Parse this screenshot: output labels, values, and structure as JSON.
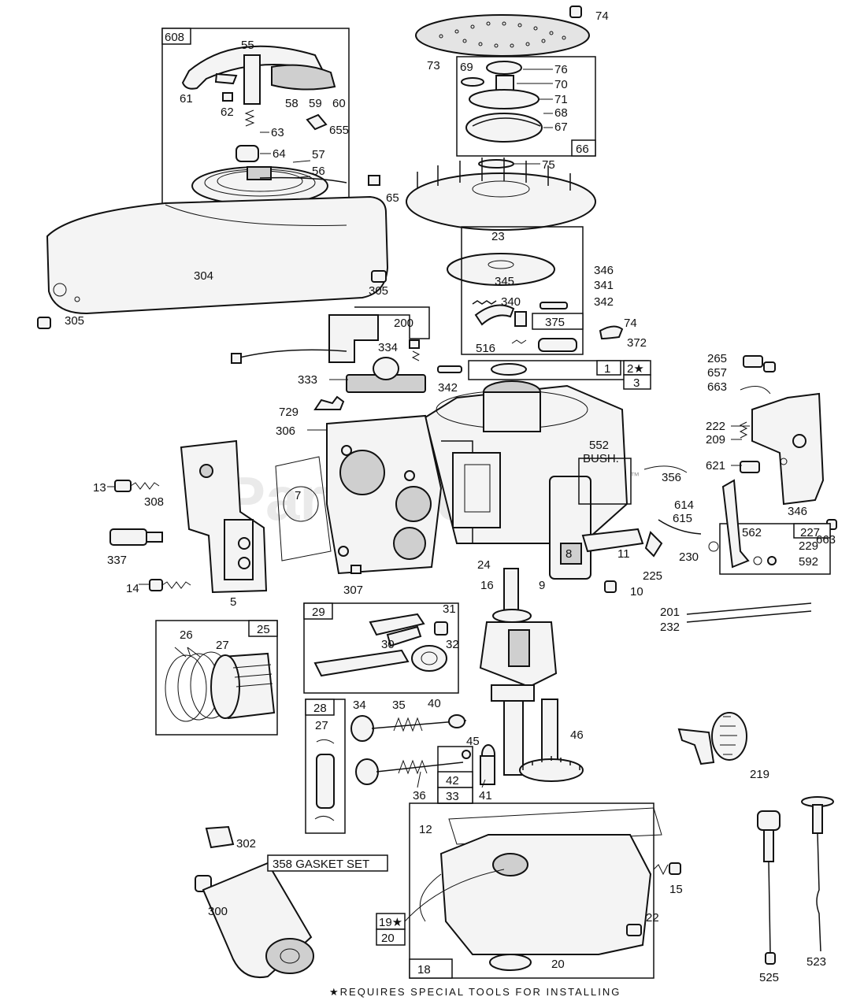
{
  "watermark": "PartsTree",
  "trademark": "™",
  "footnote": "★REQUIRES SPECIAL TOOLS FOR INSTALLING",
  "gasket_set": "358 GASKET SET",
  "bush_label_1": "552",
  "bush_label_2": "BUSH.",
  "labels": {
    "l55": "55",
    "l61": "61",
    "l62": "62",
    "l58": "58",
    "l59": "59",
    "l60": "60",
    "l63": "63",
    "l655": "655",
    "l64": "64",
    "l57": "57",
    "l56": "56",
    "l65": "65",
    "l304": "304",
    "l305a": "305",
    "l305b": "305",
    "l74a": "74",
    "l73": "73",
    "l69": "69",
    "l76": "76",
    "l70": "70",
    "l71": "71",
    "l68": "68",
    "l67": "67",
    "l75": "75",
    "l23": "23",
    "l346a": "346",
    "l345": "345",
    "l341": "341",
    "l340": "340",
    "l342a": "342",
    "l74b": "74",
    "l516": "516",
    "l372": "372",
    "l200": "200",
    "l334": "334",
    "l333": "333",
    "l342b": "342",
    "l729": "729",
    "l306": "306",
    "l7": "7",
    "l13": "13",
    "l308": "308",
    "l337": "337",
    "l14": "14",
    "l5": "5",
    "l307": "307",
    "l24": "24",
    "l16": "16",
    "l9": "9",
    "l8": "8",
    "l11": "11",
    "l10": "10",
    "l356": "356",
    "l265": "265",
    "l657": "657",
    "l663a": "663",
    "l222": "222",
    "l209": "209",
    "l621": "621",
    "l346b": "346",
    "l663b": "663",
    "l614": "614",
    "l615": "615",
    "l225": "225",
    "l230": "230",
    "l562": "562",
    "l229": "229",
    "l592": "592",
    "l201": "201",
    "l232": "232",
    "l26": "26",
    "l27a": "27",
    "l31": "31",
    "l30": "30",
    "l32": "32",
    "l27b": "27",
    "l34": "34",
    "l35": "35",
    "l40": "40",
    "l45": "45",
    "l46": "46",
    "l36": "36",
    "l41": "41",
    "l219": "219",
    "l302": "302",
    "l300": "300",
    "l12": "12",
    "l15": "15",
    "l22": "22",
    "l20": "20",
    "l525": "525",
    "l523": "523"
  },
  "boxes": {
    "b608": "608",
    "b66": "66",
    "b375": "375",
    "b1": "1",
    "b2": "2★",
    "b3": "3",
    "b227": "227",
    "b29": "29",
    "b25": "25",
    "b28": "28",
    "b42": "42",
    "b33": "33",
    "b19": "19★",
    "b20": "20",
    "b18": "18"
  }
}
